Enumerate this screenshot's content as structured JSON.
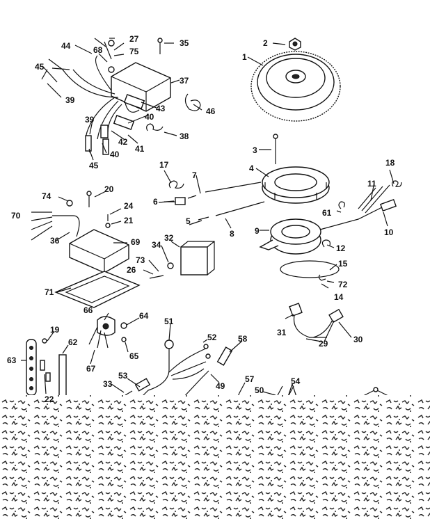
{
  "diagram": {
    "part_numbers": [
      "1",
      "2",
      "3",
      "4",
      "5",
      "6",
      "7",
      "8",
      "9",
      "10",
      "11",
      "12",
      "14",
      "15",
      "17",
      "18",
      "19",
      "20",
      "21",
      "22",
      "24",
      "26",
      "27",
      "29",
      "30",
      "31",
      "32",
      "33",
      "34",
      "35",
      "36",
      "37",
      "38",
      "39",
      "40",
      "41",
      "42",
      "43",
      "44",
      "45",
      "46",
      "49",
      "50",
      "51",
      "52",
      "53",
      "54",
      "57",
      "58",
      "61",
      "62",
      "63",
      "64",
      "65",
      "66",
      "67",
      "68",
      "69",
      "70",
      "71",
      "72",
      "73",
      "74",
      "75"
    ],
    "background_color": "#ffffff",
    "ink_color": "#111111"
  }
}
